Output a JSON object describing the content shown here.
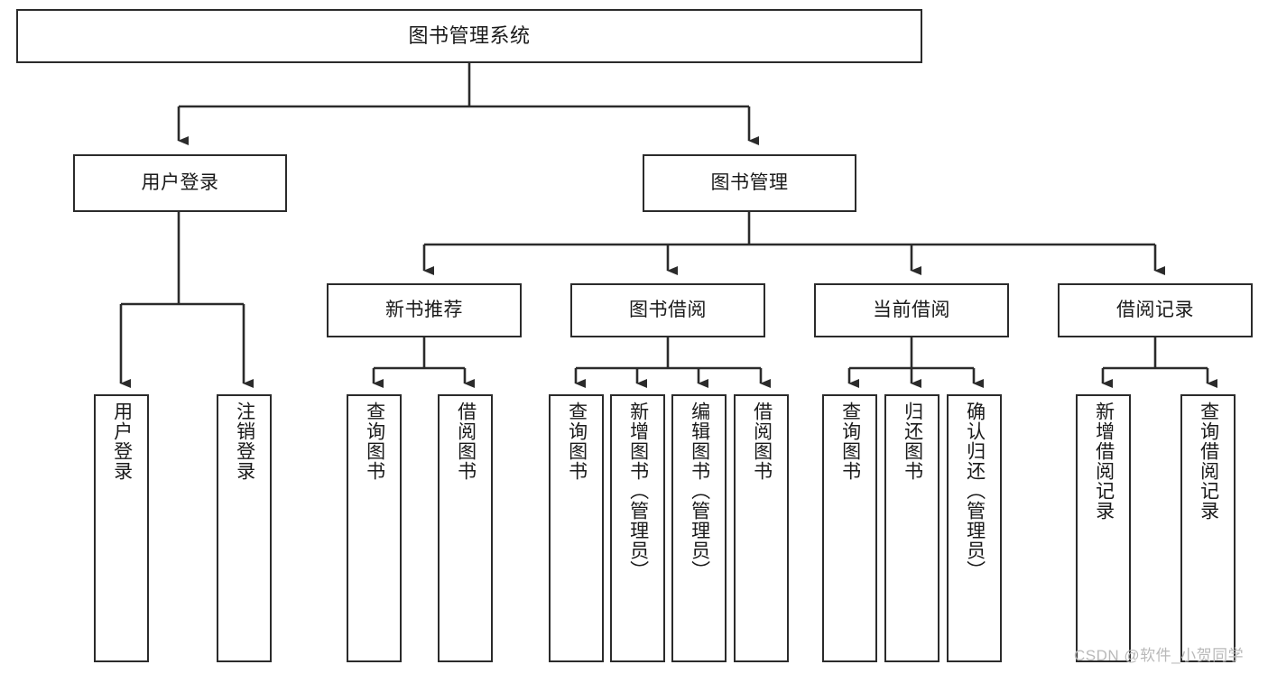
{
  "diagram": {
    "type": "tree",
    "title": "图书管理系统",
    "orientation": "top-down",
    "stroke_color": "#2b2b2b",
    "background_color": "#ffffff",
    "nodes": {
      "root": {
        "label": "图书管理系统"
      },
      "level2": [
        {
          "label": "用户登录"
        },
        {
          "label": "图书管理"
        }
      ],
      "level3": [
        {
          "label": "新书推荐"
        },
        {
          "label": "图书借阅"
        },
        {
          "label": "当前借阅"
        },
        {
          "label": "借阅记录"
        }
      ],
      "leaves_user_login": [
        {
          "label": "用户登录"
        },
        {
          "label": "注销登录"
        }
      ],
      "leaves_new_book": [
        {
          "label": "查询图书"
        },
        {
          "label": "借阅图书"
        }
      ],
      "leaves_borrow": [
        {
          "label": "查询图书"
        },
        {
          "label": "新增图书（管理员）"
        },
        {
          "label": "编辑图书（管理员）"
        },
        {
          "label": "借阅图书"
        }
      ],
      "leaves_current": [
        {
          "label": "查询图书"
        },
        {
          "label": "归还图书"
        },
        {
          "label": "确认归还（管理员）"
        }
      ],
      "leaves_record": [
        {
          "label": "新增借阅记录"
        },
        {
          "label": "查询借阅记录"
        }
      ]
    }
  },
  "watermark": {
    "text": "CSDN @软件_小贺同学"
  }
}
